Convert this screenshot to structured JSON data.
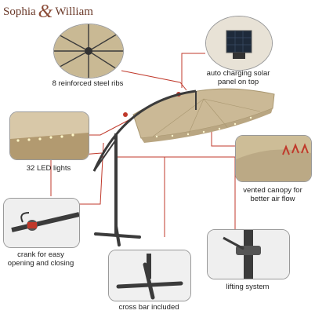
{
  "brand": {
    "left": "Sophia",
    "amp": "&",
    "right": "William"
  },
  "callouts": {
    "ribs": "8 reinforced steel ribs",
    "solar_line1": "auto charging solar",
    "solar_line2": "panel on top",
    "led": "32 LED lights",
    "vent_line1": "vented canopy for",
    "vent_line2": "better air flow",
    "crank_line1": "crank for easy",
    "crank_line2": "opening and closing",
    "lift": "lifting system",
    "crossbar": "cross bar included"
  },
  "colors": {
    "canopy": "#cbb996",
    "pole": "#3b3b3b",
    "accent_red": "#c0392b",
    "brand": "#6b3a2a"
  }
}
